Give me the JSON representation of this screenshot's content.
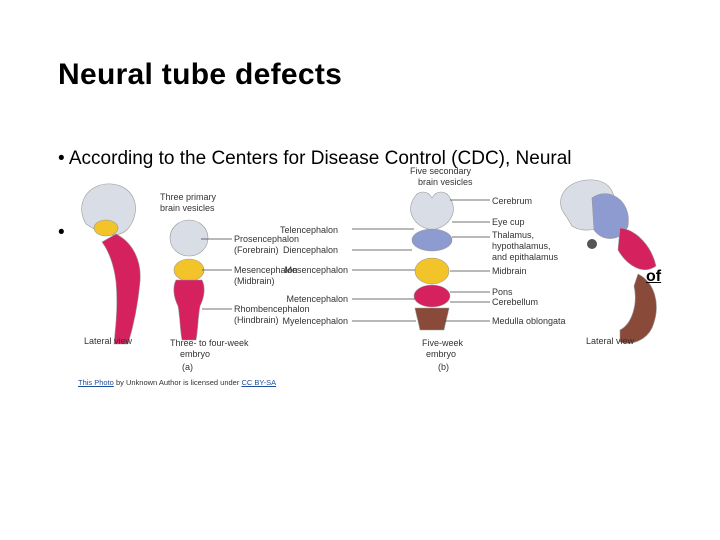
{
  "slide": {
    "title": "Neural tube defects",
    "bullet1": "• According to the Centers for Disease Control (CDC), Neural",
    "bullet_stub": "•",
    "cut_text": "of"
  },
  "figure": {
    "labels": {
      "five_secondary": "Five secondary",
      "brain_vesicles_2": "brain vesicles",
      "three_primary": "Three primary",
      "brain_vesicles_1": "brain vesicles",
      "cerebrum": "Cerebrum",
      "eye_cup": "Eye cup",
      "telencephalon": "Telencephalon",
      "diencephalon": "Diencephalon",
      "thalamus": "Thalamus,",
      "hypothalamus": "hypothalamus,",
      "epithalamus": "and epithalamus",
      "prosencephalon": "Prosencephalon",
      "forebrain": "(Forebrain)",
      "mesencephalon_a": "Mesencephalon",
      "midbrain_a": "(Midbrain)",
      "mesencephalon_b": "Mesencephalon",
      "midbrain_b": "Midbrain",
      "metencephalon": "Metencephalon",
      "pons": "Pons",
      "rhombencephalon": "Rhombencephalon",
      "hindbrain": "(Hindbrain)",
      "cerebellum": "Cerebellum",
      "myelencephalon": "Myelencephalon",
      "medulla": "Medulla oblongata",
      "lateral_view_left": "Lateral view",
      "three_four_week": "Three- to four-week",
      "embryo_a": "embryo",
      "panel_a": "(a)",
      "five_week": "Five-week",
      "embryo_b": "embryo",
      "panel_b": "(b)",
      "lateral_view_right": "Lateral view"
    },
    "colors": {
      "forebrain": "#d8dde6",
      "midbrain": "#f2c42a",
      "hindbrain": "#d6215f",
      "diencephalon": "#8e9bd0",
      "myelencephalon": "#8a4a3a"
    }
  },
  "credit": {
    "photo_link": "This Photo",
    "middle": " by Unknown Author is licensed under ",
    "license_link": "CC BY-SA"
  }
}
